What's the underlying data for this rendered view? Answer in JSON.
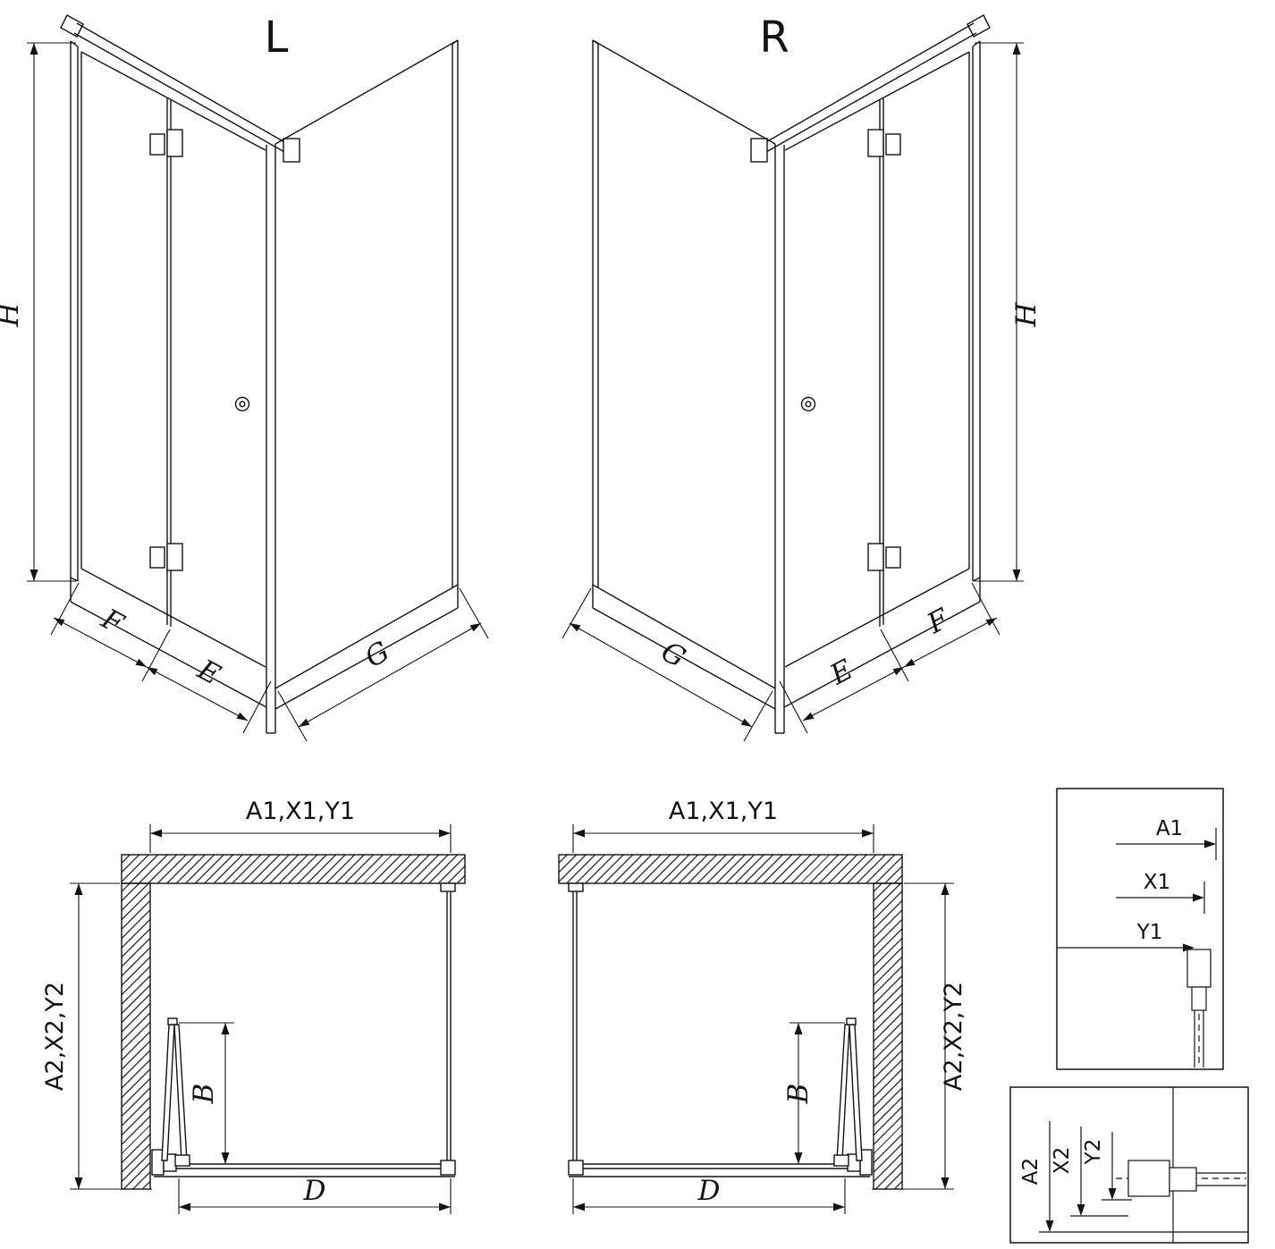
{
  "drawing": {
    "iso_left": {
      "title": "L",
      "dim_height": "H",
      "dim_fold_panel": "F",
      "dim_pivot_panel": "E",
      "dim_side_panel": "G"
    },
    "iso_right": {
      "title": "R",
      "dim_height": "H",
      "dim_fold_panel": "F",
      "dim_pivot_panel": "E",
      "dim_side_panel": "G"
    },
    "plan_left": {
      "dim_width": "A1,X1,Y1",
      "dim_depth": "A2,X2,Y2",
      "dim_door_projection": "B",
      "dim_entry": "D"
    },
    "plan_right": {
      "dim_width": "A1,X1,Y1",
      "dim_depth": "A2,X2,Y2",
      "dim_door_projection": "B",
      "dim_entry": "D"
    },
    "detail_width_profile": {
      "dim_a1": "A1",
      "dim_x1": "X1",
      "dim_y1": "Y1"
    },
    "detail_depth_profile": {
      "dim_a2": "A2",
      "dim_x2": "X2",
      "dim_y2": "Y2"
    }
  }
}
